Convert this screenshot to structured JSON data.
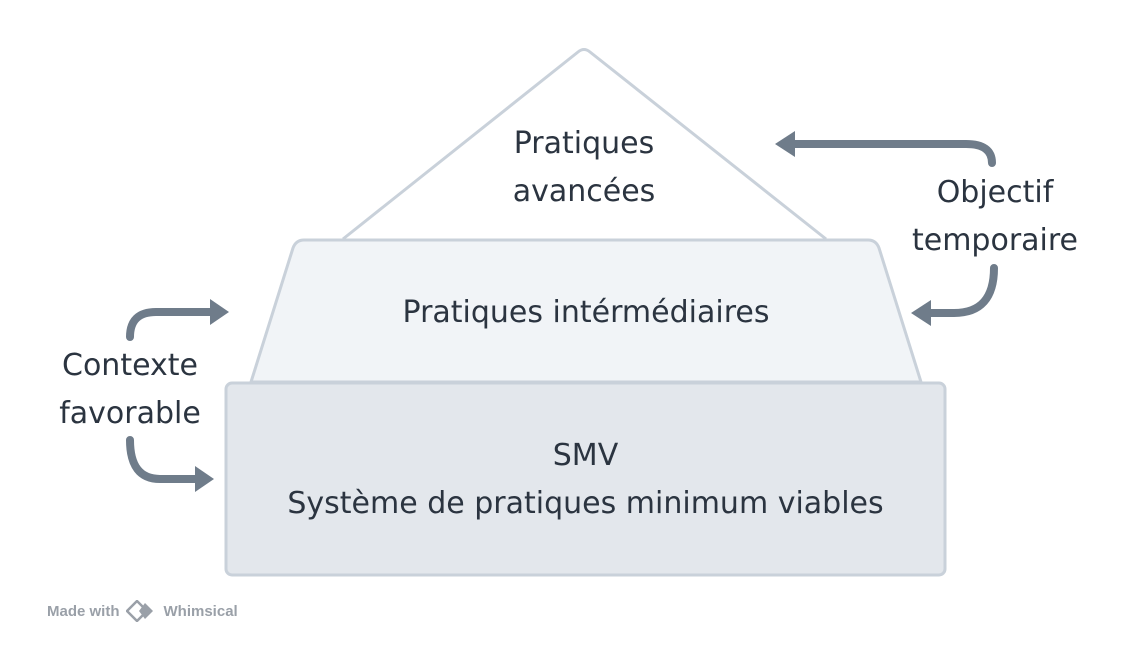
{
  "diagram": {
    "top_layer": {
      "line1": "Pratiques",
      "line2": "avancées"
    },
    "middle_layer": {
      "text": "Pratiques intérmédiaires"
    },
    "base_layer": {
      "line1": "SMV",
      "line2": "Système de pratiques minimum viables"
    },
    "left_note": {
      "line1": "Contexte",
      "line2": "favorable"
    },
    "right_note": {
      "line1": "Objectif",
      "line2": "temporaire"
    }
  },
  "footer": {
    "made_with": "Made with",
    "brand": "Whimsical"
  },
  "colors": {
    "outline": "#c9d1da",
    "top_fill": "#ffffff",
    "middle_fill": "#f1f4f7",
    "base_fill": "#e3e7ec",
    "arrow": "#6f7c8a",
    "text": "#2b3440",
    "badge": "#9aa0a8"
  }
}
